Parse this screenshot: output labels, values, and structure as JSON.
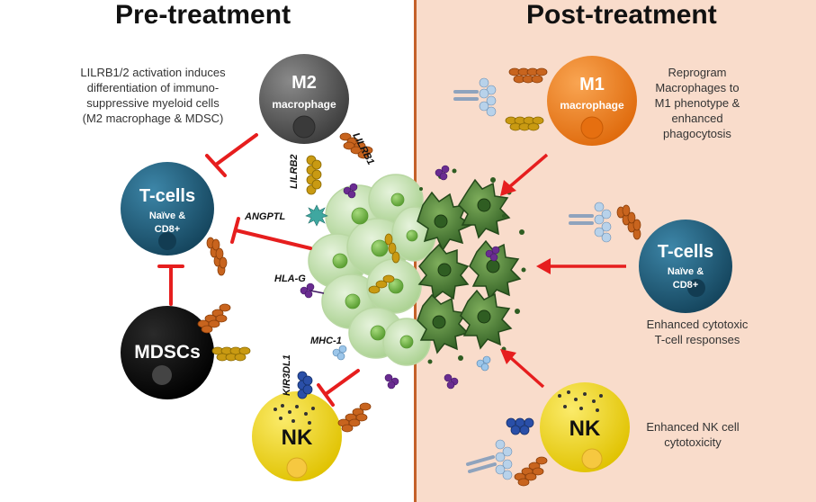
{
  "headings": {
    "pre": "Pre-treatment",
    "post": "Post-treatment"
  },
  "notes": {
    "activation": [
      "LILRB1/2 activation induces",
      "differentiation of immuno-",
      "suppressive myeloid cells",
      "(M2 macrophage & MDSC)"
    ],
    "reprogram": [
      "Reprogram",
      "Macrophages to",
      "M1 phenotype &",
      "enhanced",
      "phagocytosis"
    ],
    "tcell_response": [
      "Enhanced cytotoxic",
      "T-cell responses"
    ],
    "nk_response": [
      "Enhanced NK cell",
      "cytotoxicity"
    ]
  },
  "cells": {
    "m2": {
      "title": "M2",
      "subtitle": "macrophage"
    },
    "tcells_pre": {
      "title": "T-cells",
      "line1": "Naïve &",
      "line2": "CD8+"
    },
    "mdscs": {
      "title": "MDSCs"
    },
    "nk_pre": {
      "title": "NK"
    },
    "m1": {
      "title": "M1",
      "subtitle": "macrophage"
    },
    "tcells_post": {
      "title": "T-cells",
      "line1": "Naïve &",
      "line2": "CD8+"
    },
    "nk_post": {
      "title": "NK"
    }
  },
  "molecules": {
    "lilrb1": "LILRB1",
    "lilrb2": "LILRB2",
    "angptl": "ANGPTL",
    "hlag": "HLA-G",
    "mhc1": "MHC-1",
    "kir3dl1": "KIR3DL1"
  },
  "colors": {
    "m2": "#5a5a5a",
    "tcell": "#1f5f7e",
    "mdsc": "#0a0a0a",
    "nk": "#f3da1a",
    "m1": "#ef7d1a",
    "inhibit": "#e61e1e",
    "receptor_orange": "#c8641e",
    "receptor_gold": "#c99a12",
    "hla": "#6a2c91",
    "post_bg": "#f9dccb"
  }
}
